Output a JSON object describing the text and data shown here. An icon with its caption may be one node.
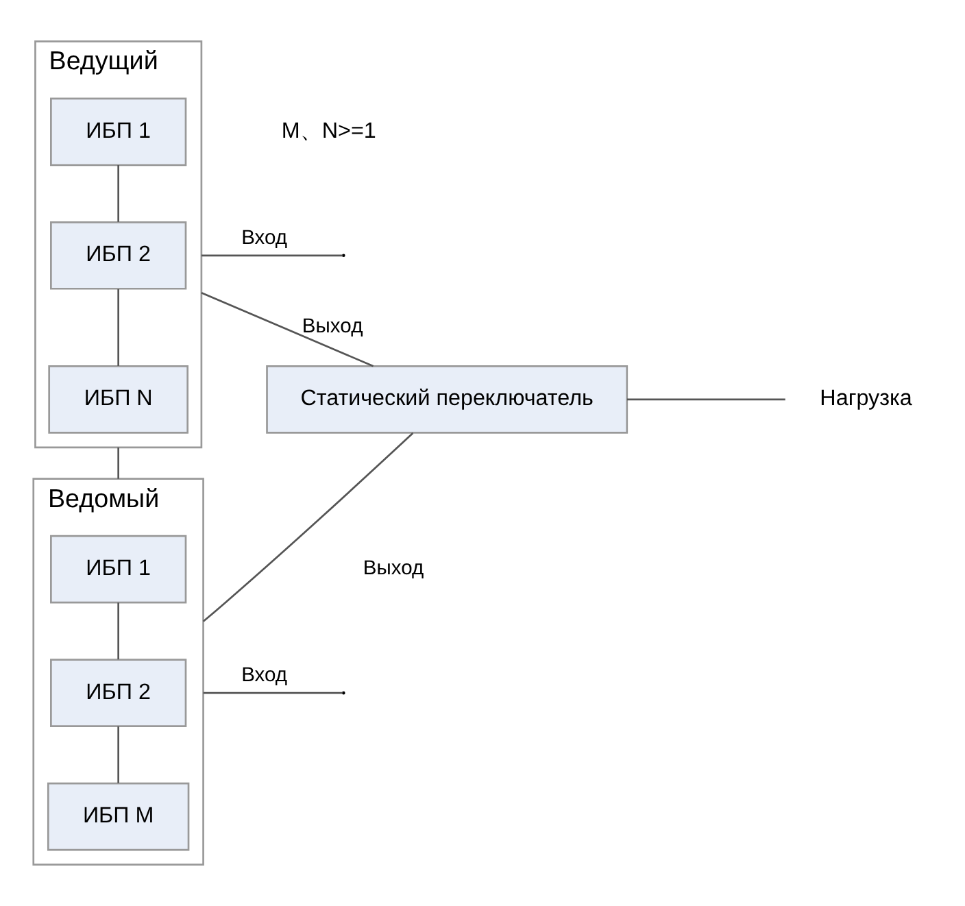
{
  "diagram": {
    "nodes": [
      {
        "text": [
          "Ведущий"
        ]
      },
      {
        "text": [
          "ИБП 1"
        ],
        "in": 0
      },
      {
        "text": [
          "ИБП 2"
        ],
        "in": 0
      },
      {
        "text": [
          "ИБП N"
        ],
        "in": 0
      },
      {
        "text": [
          "Ведомый"
        ]
      },
      {
        "text": [
          "ИБП 1"
        ],
        "in": 4
      },
      {
        "text": [
          "ИБП 2"
        ],
        "in": 4
      },
      {
        "text": [
          "ИБП M"
        ],
        "in": 4
      },
      {
        "text": [
          "Статический переключатель"
        ]
      },
      {
        "text": [
          "Нагрузка"
        ]
      }
    ],
    "edges": [
      {
        "from": null,
        "to": 0,
        "arrow": "none",
        "label": "Вход"
      },
      {
        "from": 1,
        "to": 2,
        "arrow": "none"
      },
      {
        "from": 2,
        "to": 3,
        "arrow": "none"
      },
      {
        "from": 0,
        "to": 8,
        "arrow": "none",
        "label": "Выход"
      },
      {
        "from": 0,
        "to": 4,
        "arrow": "none"
      },
      {
        "from": null,
        "to": 4,
        "arrow": "none",
        "label": "Вход"
      },
      {
        "from": 5,
        "to": 6,
        "arrow": "none"
      },
      {
        "from": 6,
        "to": 7,
        "arrow": "none"
      },
      {
        "from": 4,
        "to": 8,
        "arrow": "none",
        "label": "Выход"
      },
      {
        "from": 8,
        "to": 9,
        "arrow": "none"
      }
    ],
    "labels": [
      "M、N>=1"
    ]
  }
}
